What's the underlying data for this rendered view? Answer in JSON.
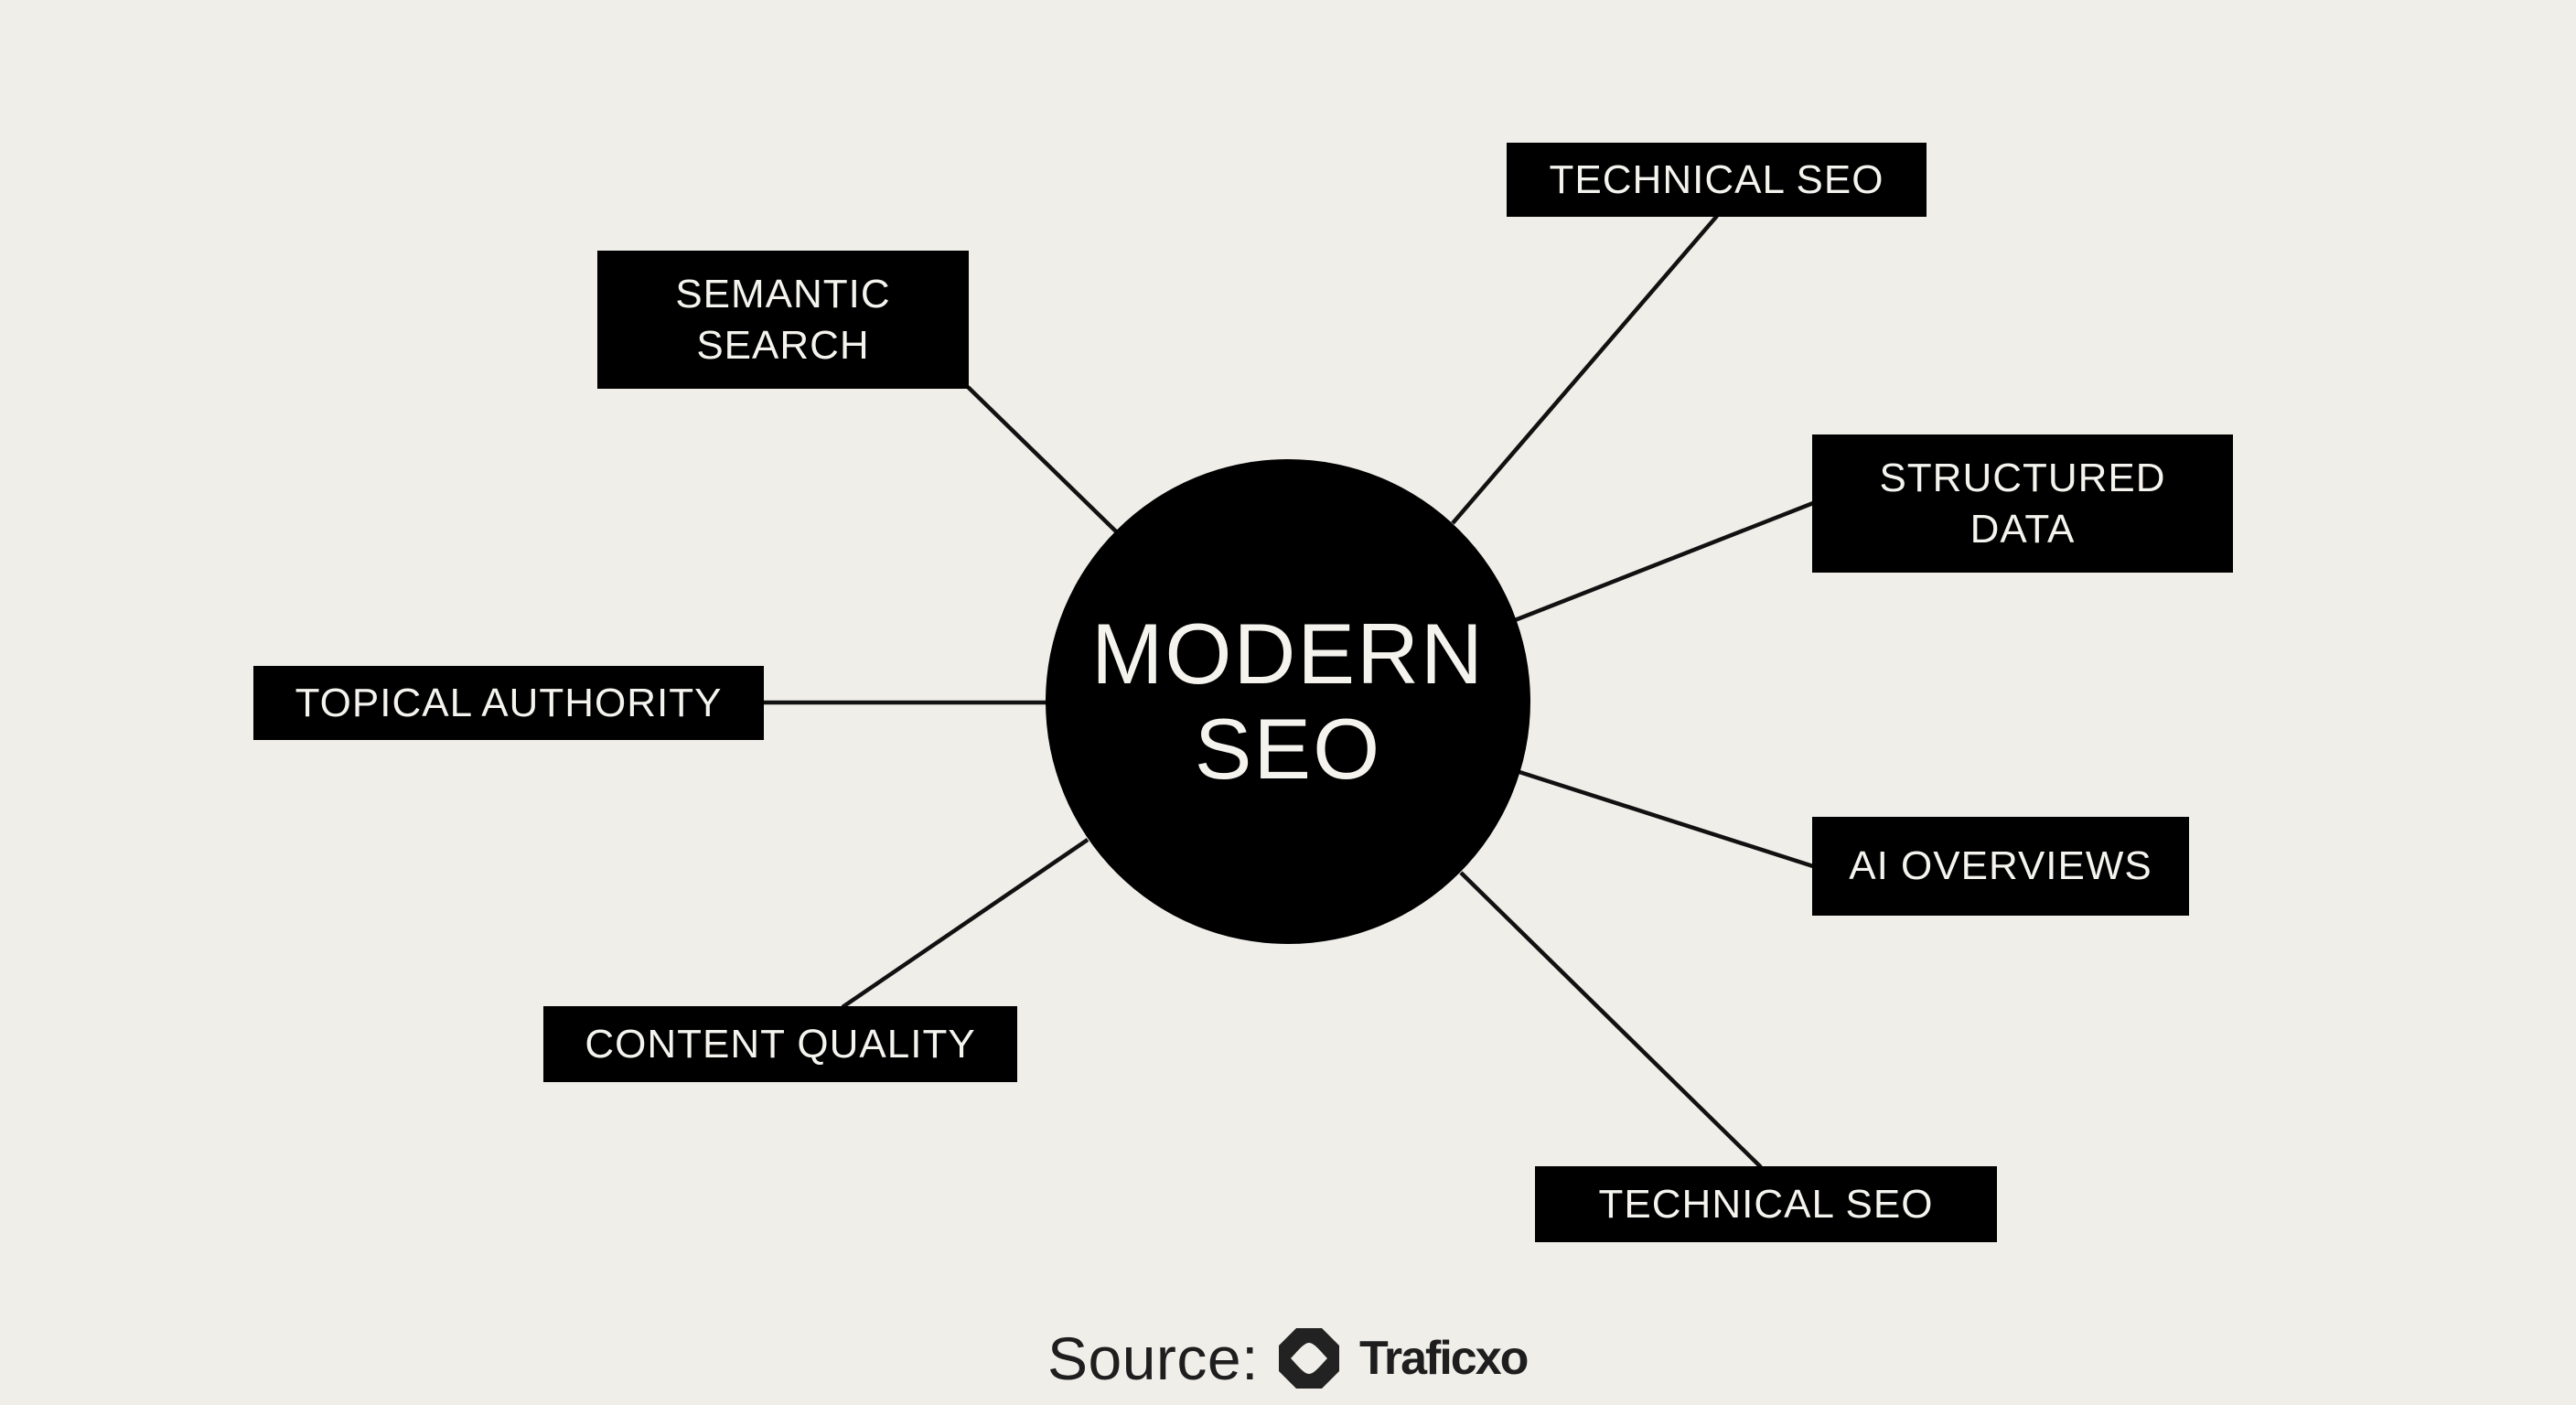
{
  "diagram": {
    "type": "hub-and-spoke mind map",
    "colors": {
      "background": "#efeee9",
      "node_fill": "#000000",
      "node_text": "#f4f3ee",
      "connector": "#111111",
      "footer_text": "#1e1e1e"
    },
    "center": {
      "line1": "MODERN",
      "line2": "SEO"
    },
    "nodes": [
      {
        "id": "technical-seo-top",
        "lines": [
          "TECHNICAL SEO"
        ]
      },
      {
        "id": "semantic-search",
        "lines": [
          "SEMANTIC",
          "SEARCH"
        ]
      },
      {
        "id": "structured-data",
        "lines": [
          "STRUCTURED",
          "DATA"
        ]
      },
      {
        "id": "topical-authority",
        "lines": [
          "TOPICAL AUTHORITY"
        ]
      },
      {
        "id": "ai-overviews",
        "lines": [
          "AI OVERVIEWS"
        ]
      },
      {
        "id": "content-quality",
        "lines": [
          "CONTENT QUALITY"
        ]
      },
      {
        "id": "technical-seo-bottom",
        "lines": [
          "TECHNICAL SEO"
        ]
      }
    ],
    "edges": [
      [
        "MODERN SEO",
        "TECHNICAL SEO"
      ],
      [
        "MODERN SEO",
        "SEMANTIC SEARCH"
      ],
      [
        "MODERN SEO",
        "STRUCTURED DATA"
      ],
      [
        "MODERN SEO",
        "TOPICAL AUTHORITY"
      ],
      [
        "MODERN SEO",
        "AI OVERVIEWS"
      ],
      [
        "MODERN SEO",
        "CONTENT QUALITY"
      ],
      [
        "MODERN SEO",
        "TECHNICAL SEO (bottom)"
      ]
    ]
  },
  "footer": {
    "source_label": "Source:",
    "brand_name": "Traficxo",
    "brand_icon": "octagon-logo-icon"
  }
}
